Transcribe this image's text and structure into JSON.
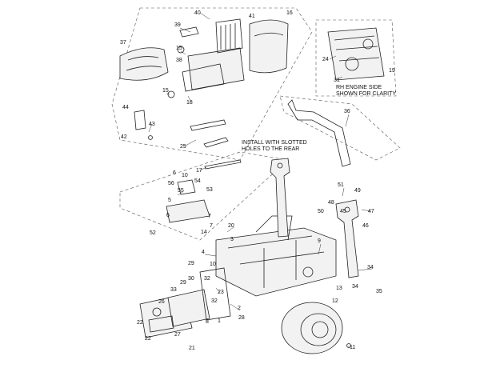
{
  "callouts": [
    {
      "id": "c40",
      "text": "40"
    },
    {
      "id": "c16",
      "text": "16"
    },
    {
      "id": "c41",
      "text": "41"
    },
    {
      "id": "c39",
      "text": "39"
    },
    {
      "id": "c37",
      "text": "37"
    },
    {
      "id": "c15a",
      "text": "15"
    },
    {
      "id": "c38",
      "text": "38"
    },
    {
      "id": "c15b",
      "text": "15"
    },
    {
      "id": "c18",
      "text": "18"
    },
    {
      "id": "c24",
      "text": "24"
    },
    {
      "id": "c19",
      "text": "19"
    },
    {
      "id": "c31",
      "text": "31"
    },
    {
      "id": "c44",
      "text": "44"
    },
    {
      "id": "c43",
      "text": "43"
    },
    {
      "id": "c42",
      "text": "42"
    },
    {
      "id": "c25",
      "text": "25"
    },
    {
      "id": "c36",
      "text": "36"
    },
    {
      "id": "c17",
      "text": "17"
    },
    {
      "id": "c6a",
      "text": "6"
    },
    {
      "id": "c56",
      "text": "56"
    },
    {
      "id": "c10",
      "text": "10"
    },
    {
      "id": "c54",
      "text": "54"
    },
    {
      "id": "c55",
      "text": "55"
    },
    {
      "id": "c53",
      "text": "53"
    },
    {
      "id": "c5",
      "text": "5"
    },
    {
      "id": "c6b",
      "text": "6"
    },
    {
      "id": "c51",
      "text": "51"
    },
    {
      "id": "c49",
      "text": "49"
    },
    {
      "id": "c50",
      "text": "50"
    },
    {
      "id": "c48",
      "text": "48"
    },
    {
      "id": "c45",
      "text": "45"
    },
    {
      "id": "c47",
      "text": "47"
    },
    {
      "id": "c46",
      "text": "46"
    },
    {
      "id": "c7",
      "text": "7"
    },
    {
      "id": "c52",
      "text": "52"
    },
    {
      "id": "c14",
      "text": "14"
    },
    {
      "id": "c20",
      "text": "20"
    },
    {
      "id": "c3",
      "text": "3"
    },
    {
      "id": "c9",
      "text": "9"
    },
    {
      "id": "c4",
      "text": "4"
    },
    {
      "id": "c29a",
      "text": "29"
    },
    {
      "id": "c10b",
      "text": "10"
    },
    {
      "id": "c30",
      "text": "30"
    },
    {
      "id": "c29b",
      "text": "29"
    },
    {
      "id": "c32a",
      "text": "32"
    },
    {
      "id": "c33",
      "text": "33"
    },
    {
      "id": "c23",
      "text": "23"
    },
    {
      "id": "c32b",
      "text": "32"
    },
    {
      "id": "c26",
      "text": "26"
    },
    {
      "id": "c2",
      "text": "2"
    },
    {
      "id": "c22a",
      "text": "22"
    },
    {
      "id": "c28",
      "text": "28"
    },
    {
      "id": "c8",
      "text": "8"
    },
    {
      "id": "c1",
      "text": "1"
    },
    {
      "id": "c27",
      "text": "27"
    },
    {
      "id": "c22b",
      "text": "22"
    },
    {
      "id": "c21",
      "text": "21"
    },
    {
      "id": "c13",
      "text": "13"
    },
    {
      "id": "c12",
      "text": "12"
    },
    {
      "id": "c34a",
      "text": "34"
    },
    {
      "id": "c34b",
      "text": "34"
    },
    {
      "id": "c35",
      "text": "35"
    },
    {
      "id": "c11",
      "text": "11"
    },
    {
      "id": "c7b",
      "text": "7"
    }
  ],
  "notes": {
    "engine_line1": "RH ENGINE SIDE",
    "engine_line2": "SHOWN FOR CLARITY",
    "install_line1": "INSTALL WITH SLOTTED",
    "install_line2": "HOLES TO THE REAR"
  }
}
